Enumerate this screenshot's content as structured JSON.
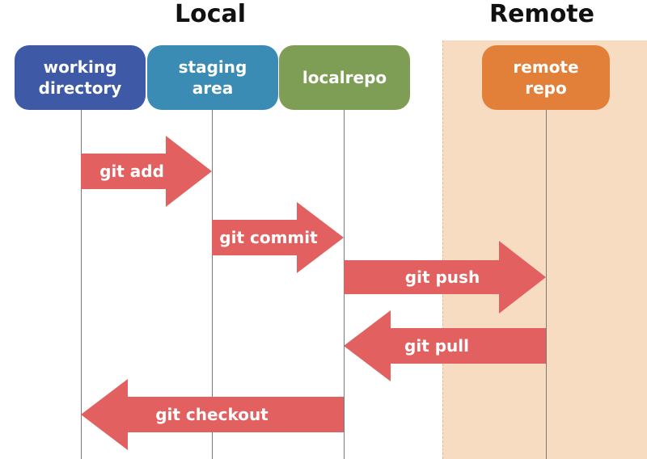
{
  "headings": {
    "local": "Local",
    "remote": "Remote"
  },
  "nodes": [
    {
      "label": "working\ndirectory",
      "color": "#3e5aa6"
    },
    {
      "label": "staging\narea",
      "color": "#3b8cb4"
    },
    {
      "label": "localrepo",
      "color": "#7e9e55"
    },
    {
      "label": "remote\nrepo",
      "color": "#e2803a"
    }
  ],
  "commands": [
    {
      "label": "git add",
      "from": "working directory",
      "to": "staging area"
    },
    {
      "label": "git commit",
      "from": "staging area",
      "to": "localrepo"
    },
    {
      "label": "git push",
      "from": "localrepo",
      "to": "remote repo"
    },
    {
      "label": "git pull",
      "from": "remote repo",
      "to": "localrepo"
    },
    {
      "label": "git checkout",
      "from": "localrepo",
      "to": "working directory"
    }
  ],
  "colors": {
    "arrow": "#e26060",
    "remote_zone": "#f7dcc2"
  }
}
